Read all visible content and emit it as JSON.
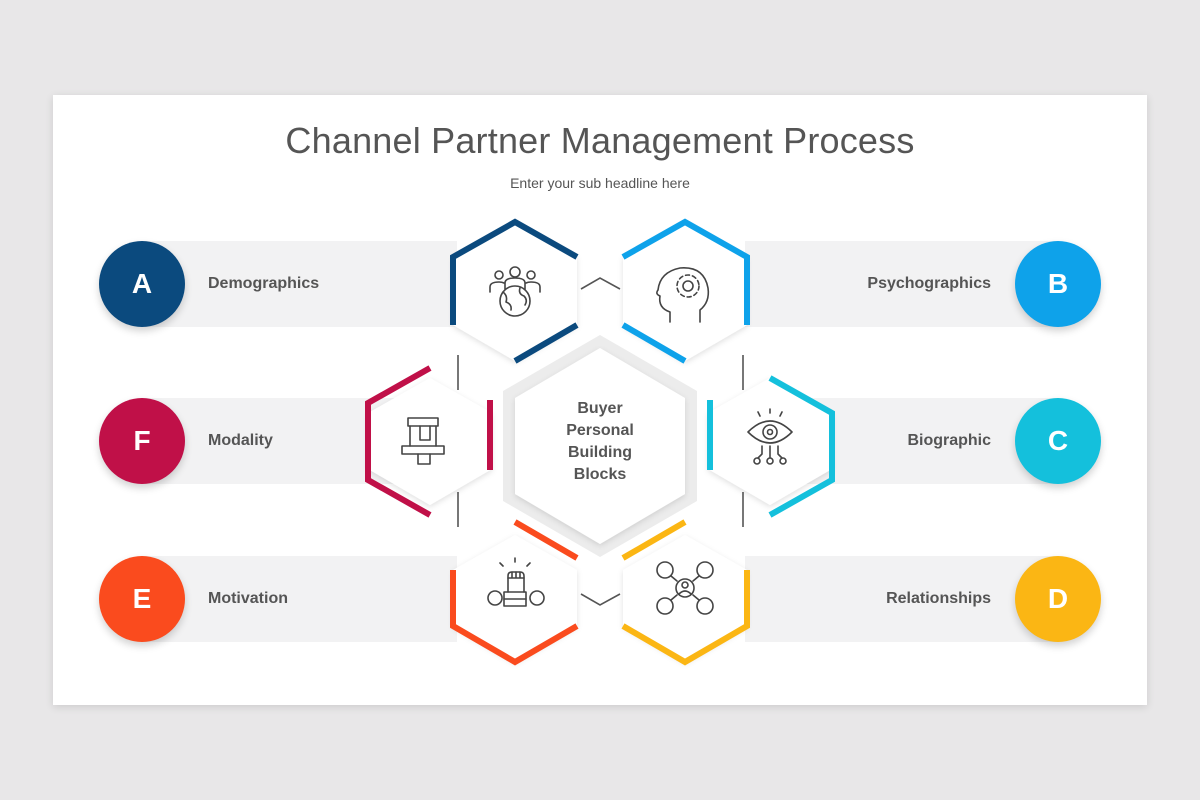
{
  "title": "Channel Partner Management Process",
  "subtitle": "Enter your sub headline here",
  "center": {
    "lines": [
      "Buyer",
      "Personal",
      "Building",
      "Blocks"
    ]
  },
  "items": [
    {
      "letter": "A",
      "label": "Demographics",
      "color": "#0b4a7e",
      "icon": "global-people-icon"
    },
    {
      "letter": "B",
      "label": "Psychographics",
      "color": "#0ea2ea",
      "icon": "head-gear-icon"
    },
    {
      "letter": "C",
      "label": "Biographic",
      "color": "#14c0dc",
      "icon": "eye-network-icon"
    },
    {
      "letter": "D",
      "label": "Relationships",
      "color": "#fbb614",
      "icon": "people-network-icon"
    },
    {
      "letter": "E",
      "label": "Motivation",
      "color": "#fa4b1e",
      "icon": "fist-money-icon"
    },
    {
      "letter": "F",
      "label": "Modality",
      "color": "#c01048",
      "icon": "shop-counter-icon"
    }
  ]
}
